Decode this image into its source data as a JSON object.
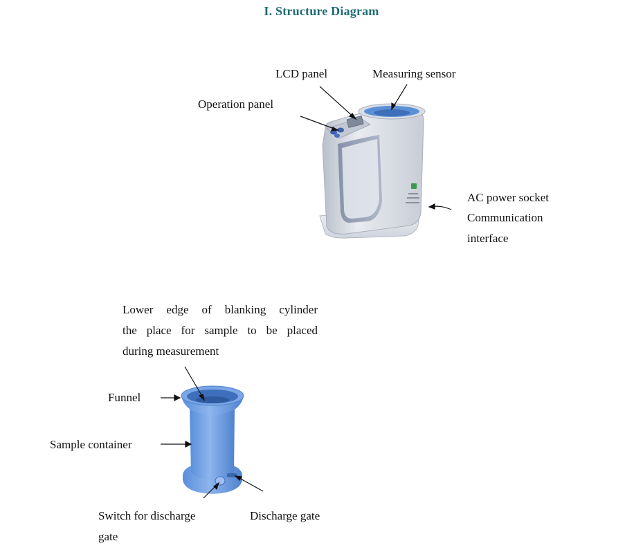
{
  "title": "I. Structure Diagram",
  "meter": {
    "labels": {
      "lcd_panel": "LCD panel",
      "measuring_sensor": "Measuring sensor",
      "operation_panel": "Operation panel",
      "ac_power_socket": "AC power socket",
      "communication_interface_1": "Communication",
      "communication_interface_2": "interface"
    }
  },
  "container": {
    "labels": {
      "blanking_line_1": "Lower edge of blanking cylinder",
      "blanking_line_2": "the place for sample to be placed",
      "blanking_line_3": "during measurement",
      "funnel": "Funnel",
      "sample_container": "Sample container",
      "switch_line_1": "Switch for discharge",
      "switch_line_2": "gate",
      "discharge_gate": "Discharge gate"
    }
  },
  "colors": {
    "title": "#1f6b73",
    "device_body": "#dcdfe6",
    "device_accent": "#9aa6bd",
    "sensor_blue": "#5b8fd6",
    "container_blue": "#6f9ee0"
  }
}
